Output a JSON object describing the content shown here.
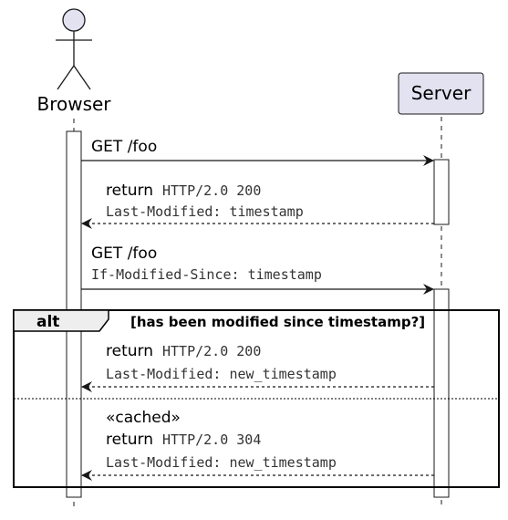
{
  "participants": {
    "browser": {
      "label": "Browser",
      "kind": "actor"
    },
    "server": {
      "label": "Server",
      "kind": "participant"
    }
  },
  "messages": [
    {
      "id": "m1",
      "from": "browser",
      "to": "server",
      "style": "solid",
      "line1": "GET /foo",
      "line2": ""
    },
    {
      "id": "m2",
      "from": "server",
      "to": "browser",
      "style": "dashed",
      "line1_prefix": "return",
      "line1_code": "HTTP/2.0 200",
      "line2": "Last-Modified: timestamp"
    },
    {
      "id": "m3",
      "from": "browser",
      "to": "server",
      "style": "solid",
      "line1": "GET /foo",
      "line2": "If-Modified-Since: timestamp"
    },
    {
      "id": "m4",
      "from": "server",
      "to": "browser",
      "style": "dashed",
      "line1_prefix": "return",
      "line1_code": "HTTP/2.0 200",
      "line2": "Last-Modified: new_timestamp"
    },
    {
      "id": "m5",
      "from": "server",
      "to": "browser",
      "style": "dashed",
      "line0": "«cached»",
      "line1_prefix": "return",
      "line1_code": "HTTP/2.0 304",
      "line2": "Last-Modified: new_timestamp"
    }
  ],
  "alt_fragment": {
    "keyword": "alt",
    "guard": "[has been modified since timestamp?]"
  },
  "colors": {
    "participant_fill": "#e2e2f0",
    "participant_stroke": "#181818",
    "alt_header_fill": "#eeeeee",
    "activation_fill": "#ffffff"
  }
}
